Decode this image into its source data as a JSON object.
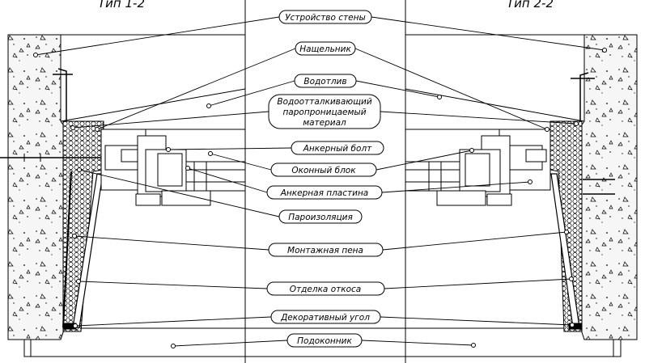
{
  "titles": {
    "left": "Тип 1-2",
    "right": "Тип 2-2"
  },
  "labels": [
    {
      "id": "ustroistvo",
      "text": "Устройство стены"
    },
    {
      "id": "nashchelnik",
      "text": "Нащельник"
    },
    {
      "id": "vodotliv",
      "text": "Водотлив"
    },
    {
      "id": "membrane",
      "lines": [
        "Водоотталкивающий",
        "паропроницаемый",
        "материал"
      ]
    },
    {
      "id": "ankerny-bolt",
      "text": "Анкерный болт"
    },
    {
      "id": "okonny-blok",
      "text": "Оконный блок"
    },
    {
      "id": "ankernaya-plastina",
      "text": "Анкерная пластина"
    },
    {
      "id": "paroizolyaciya",
      "text": "Пароизоляция"
    },
    {
      "id": "montazhnaya-pena",
      "text": "Монтажная пена"
    },
    {
      "id": "otdelka-otkosa",
      "text": "Отделка откоса"
    },
    {
      "id": "dekorativny-ugol",
      "text": "Декоративный угол"
    },
    {
      "id": "podokonnik",
      "text": "Подоконник"
    }
  ],
  "colors": {
    "line": "#000000",
    "background": "#ffffff",
    "concrete_fill": "#f4f4f4",
    "foam_fill": "#ffffff"
  }
}
